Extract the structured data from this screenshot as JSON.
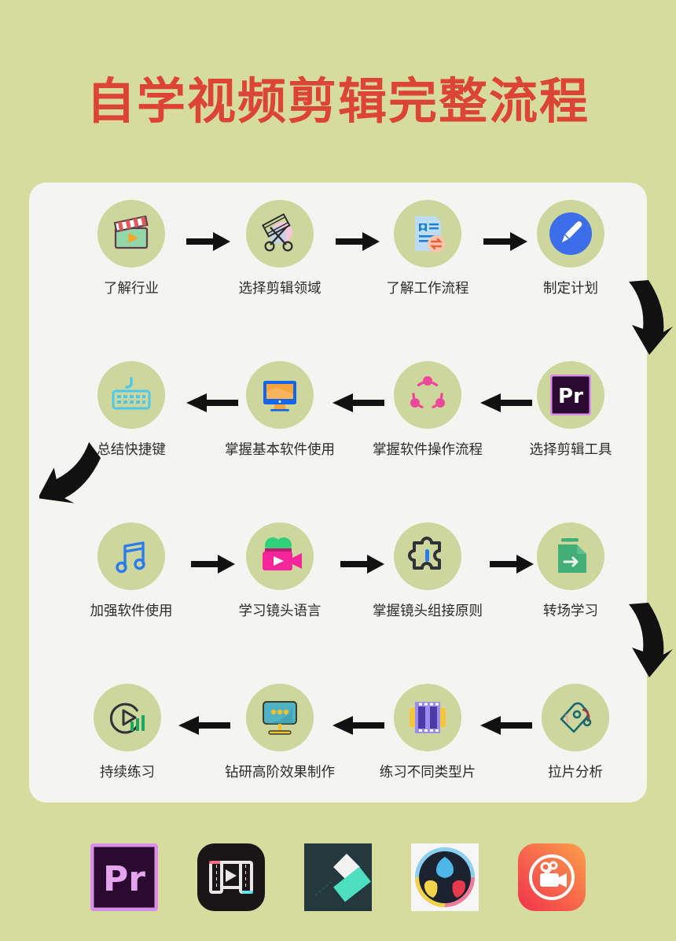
{
  "title": "自学视频剪辑完整流程",
  "colors": {
    "background": "#d6dc9e",
    "card": "#f4f4f0",
    "title": "#dc4436",
    "circle": "#cdd69c",
    "label": "#2b2b2b",
    "arrow": "#111111"
  },
  "flow": {
    "rows": [
      {
        "direction": "right",
        "nodes": [
          {
            "label": "了解行业",
            "icon": "clapperboard-icon"
          },
          {
            "label": "选择剪辑领域",
            "icon": "scissors-film-icon"
          },
          {
            "label": "了解工作流程",
            "icon": "document-exchange-icon"
          },
          {
            "label": "制定计划",
            "icon": "pencil-circle-icon"
          }
        ]
      },
      {
        "direction": "left",
        "nodes": [
          {
            "label": "总结快捷键",
            "icon": "keyboard-icon"
          },
          {
            "label": "掌握基本软件使用",
            "icon": "monitor-icon"
          },
          {
            "label": "掌握软件操作流程",
            "icon": "share-nodes-icon"
          },
          {
            "label": "选择剪辑工具",
            "icon": "premiere-pro-icon"
          }
        ]
      },
      {
        "direction": "right",
        "nodes": [
          {
            "label": "加强软件使用",
            "icon": "music-note-icon"
          },
          {
            "label": "学习镜头语言",
            "icon": "video-camera-icon"
          },
          {
            "label": "掌握镜头组接原则",
            "icon": "puzzle-piece-icon"
          },
          {
            "label": "转场学习",
            "icon": "file-arrow-icon"
          }
        ]
      },
      {
        "direction": "left",
        "nodes": [
          {
            "label": "持续练习",
            "icon": "play-bars-icon"
          },
          {
            "label": "钻研高阶效果制作",
            "icon": "monitor-dots-icon"
          },
          {
            "label": "练习不同类型片",
            "icon": "film-strip-icon"
          },
          {
            "label": "拉片分析",
            "icon": "tag-analysis-icon"
          }
        ]
      }
    ],
    "connectors": [
      {
        "name": "curved-arrow-down-right-1",
        "position": "right-of-row-1"
      },
      {
        "name": "curved-arrow-down-left-1",
        "position": "left-of-row-2"
      },
      {
        "name": "curved-arrow-down-right-2",
        "position": "right-of-row-3"
      }
    ]
  },
  "apps": [
    {
      "name": "premiere-pro-app-icon"
    },
    {
      "name": "video-editor-app-icon"
    },
    {
      "name": "filmora-app-icon"
    },
    {
      "name": "davinci-resolve-app-icon"
    },
    {
      "name": "video-cutter-app-icon"
    }
  ]
}
